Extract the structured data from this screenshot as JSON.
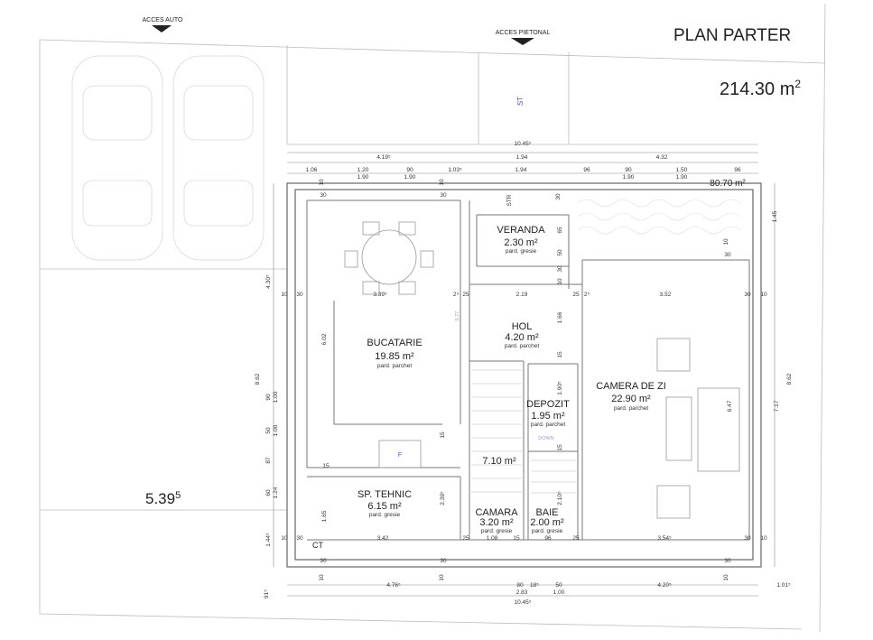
{
  "header": {
    "title": "PLAN PARTER",
    "total_area": "214.30 m",
    "total_area_sup": "2"
  },
  "access": {
    "auto": "ACCES AUTO",
    "pedestrian": "ACCES PIETONAL"
  },
  "labels": {
    "st": "ST",
    "yard_area": "80.70 m²",
    "side_dim_main": "5.39",
    "side_dim_sup": "5",
    "str": "STR",
    "ct": "CT",
    "f": "F",
    "down": "DOWN"
  },
  "rooms": [
    {
      "name": "VERANDA",
      "area": "2.30 m²",
      "finish": "pard. gresie"
    },
    {
      "name": "HOL",
      "area": "4.20 m²",
      "finish": "pard. parchet"
    },
    {
      "name": "BUCATARIE",
      "area": "19.85 m²",
      "finish": "pard. parchet"
    },
    {
      "name": "CAMERA DE ZI",
      "area": "22.90 m²",
      "finish": "pard. parchet"
    },
    {
      "name": "DEPOZIT",
      "area": "1.95 m²",
      "finish": "pard. parchet"
    },
    {
      "name": "SP. TEHNIC",
      "area": "6.15 m²",
      "finish": "pard. gresie"
    },
    {
      "name": "CAMARA",
      "area": "3.20 m²",
      "finish": "pard. gresie"
    },
    {
      "name": "BAIE",
      "area": "2.00 m²",
      "finish": "pard. gresie"
    },
    {
      "name": "",
      "area": "7.10 m²",
      "finish": ""
    }
  ],
  "dimensions": {
    "top_total": "10.45⁵",
    "top_row1": [
      "4.19⁵",
      "1.94",
      "4.32"
    ],
    "top_row2": [
      "1.06",
      "1.20",
      "90",
      "1.03⁵",
      "1.94",
      "96",
      "90",
      "1.50",
      "96"
    ],
    "top_row2_sub": [
      "1.90",
      "1.90",
      "1.90",
      "1.90"
    ],
    "top_row3": [
      "10",
      "30",
      "10",
      "30",
      "30",
      "10"
    ],
    "mid_row": [
      "10",
      "30",
      "3.39⁵",
      "2⁵",
      "25",
      "2.19",
      "25",
      "2⁵",
      "3.52",
      "30",
      "10"
    ],
    "bottom_inner": [
      "10",
      "30",
      "3.42",
      "25",
      "1.08",
      "15",
      "96",
      "25",
      "3.54⁵",
      "30",
      "10"
    ],
    "bottom_row1": [
      "30",
      "30",
      "30"
    ],
    "bottom_row2": [
      "10",
      "10",
      "10"
    ],
    "bottom_row3": [
      "4.76⁵",
      "80",
      "18⁵",
      "50",
      "4.20⁵",
      "1.01⁵"
    ],
    "bottom_row3_sub": [
      "2.83",
      "1.00"
    ],
    "bottom_total": "10.45⁵",
    "bottom_left": "91⁵",
    "left_outer": "8.62",
    "left_col": [
      "4.30⁵",
      "90",
      "1.00",
      "50",
      "1.00",
      "87",
      "60",
      "1.24",
      "1.44⁵"
    ],
    "right_outer": "8.62",
    "right_col": [
      "1.45",
      "7.17"
    ],
    "inner_vertical": [
      "6.02",
      "5.77",
      "1.65",
      "2.39⁵",
      "15",
      "15",
      "1.66",
      "15",
      "1.90⁵",
      "15",
      "2.10⁵",
      "6.47",
      "65",
      "50",
      "30",
      "10",
      "30"
    ]
  }
}
